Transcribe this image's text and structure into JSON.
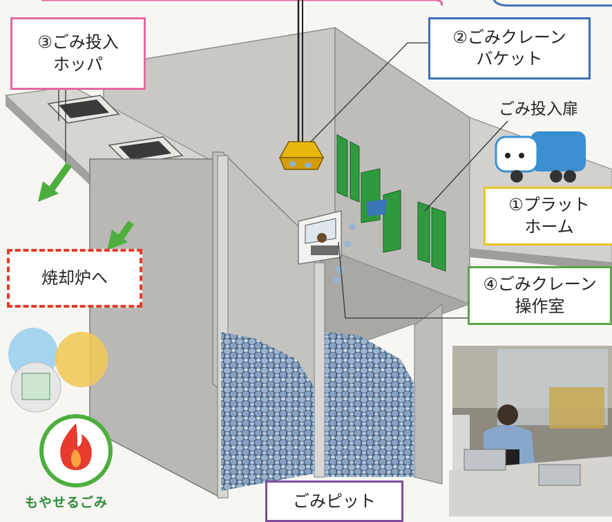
{
  "labels": {
    "hopper": "③ごみ投入\nホッパ",
    "bucket": "②ごみクレーン\nバケット",
    "door": "ごみ投入扉",
    "platform": "①プラット\nホーム",
    "control_room": "④ごみクレーン\n操作室",
    "incinerator": "焼却炉へ",
    "pit": "ごみピット",
    "burnable": "もやせるごみ"
  },
  "colors": {
    "hopper_border": "#e36a9f",
    "bucket_border": "#3b6fb6",
    "platform_border": "#e9c31d",
    "control_border": "#5aa449",
    "incinerator_border": "#e03c2c",
    "pit_border": "#7e4b9b",
    "arrow_green": "#4caf3d",
    "pit_wall": "#b9b8b5",
    "green_door": "#2f9a3d",
    "garbage": "#6d87a6"
  },
  "icons": {
    "truck": "garbage-truck-icon",
    "bags": "garbage-bags-icon",
    "flame": "flame-icon",
    "photo": "control-room-photo"
  }
}
